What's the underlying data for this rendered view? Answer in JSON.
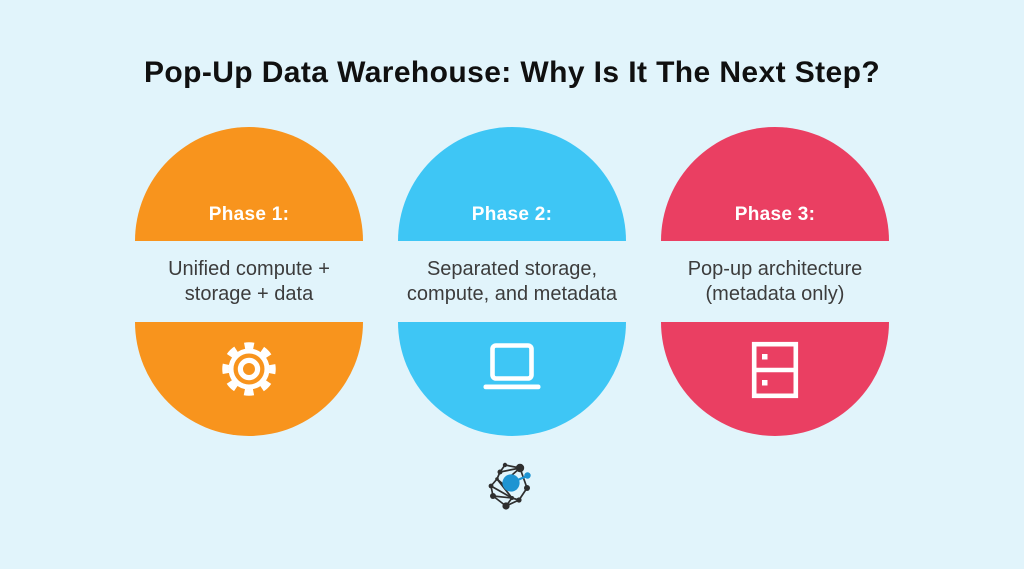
{
  "title": "Pop-Up Data Warehouse: Why Is It The Next Step?",
  "colors": {
    "background": "#e1f4fb",
    "title_text": "#101010",
    "description_text": "#3c3c3c",
    "phase_label_text": "#ffffff",
    "phase1_orange": "#f8941d",
    "phase2_blue": "#3ec6f5",
    "phase3_pink": "#ea3f62",
    "logo_dark": "#2e2e2e",
    "logo_blue": "#1e94d2"
  },
  "phases": [
    {
      "label": "Phase 1:",
      "description_line1": "Unified compute +",
      "description_line2": "storage + data",
      "color": "#f8941d",
      "icon": "gear-icon"
    },
    {
      "label": "Phase 2:",
      "description_line1": "Separated storage,",
      "description_line2": "compute, and metadata",
      "color": "#3ec6f5",
      "icon": "laptop-icon"
    },
    {
      "label": "Phase 3:",
      "description_line1": "Pop-up architecture",
      "description_line2": "(metadata only)",
      "color": "#ea3f62",
      "icon": "server-icon"
    }
  ],
  "logo": {
    "name": "network-nodes-logo"
  }
}
